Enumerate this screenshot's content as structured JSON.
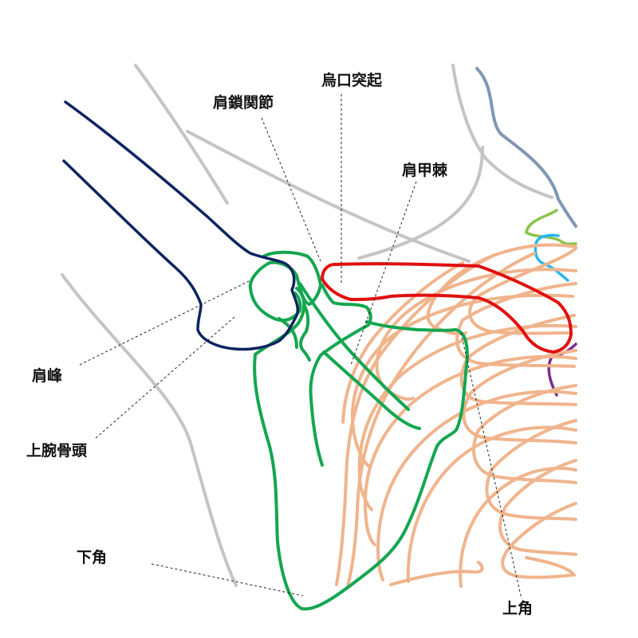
{
  "labels": {
    "acromioclavicular_joint": "肩鎖関節",
    "coracoid_process": "烏口突起",
    "scapular_spine": "肩甲棘",
    "acromion": "肩峰",
    "humeral_head": "上腕骨頭",
    "inferior_angle": "下角",
    "superior_angle": "上角"
  },
  "colors": {
    "background": "#ffffff",
    "soft_tissue_outline": "#c4c4c4",
    "ribs": "#f0b48c",
    "scapula": "#14a650",
    "humerus": "#0d2460",
    "clavicle": "#e01010",
    "trachea": "#7f97b3",
    "upper_green": "#8bc34a",
    "cyan_structure": "#29b6f6",
    "purple_structure": "#7b2d8e",
    "leader_lines": "#222222",
    "text": "#111111"
  }
}
